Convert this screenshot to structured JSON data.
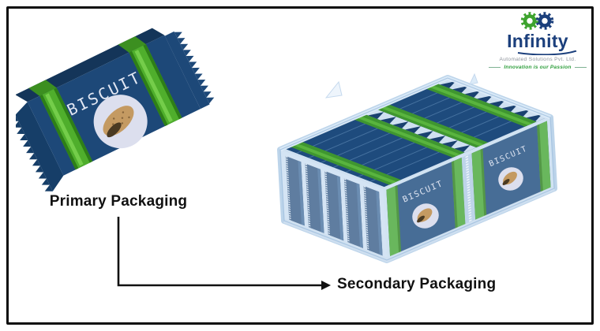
{
  "diagram": {
    "primary": {
      "label": "Primary Packaging",
      "brand": "BISCUIT"
    },
    "secondary": {
      "label": "Secondary Packaging",
      "brand": "BISCUIT"
    }
  },
  "logo": {
    "brand": "Infinity",
    "subtitle": "Automated Solutions Pvt. Ltd.",
    "tagline": "Innovation is our Passion"
  },
  "colors": {
    "package_navy": "#1d4878",
    "package_navy_dark": "#163e68",
    "band_green": "#4fae2c",
    "band_green_dark": "#2e7f17",
    "film_blue": "#cfe0f1",
    "label_circle": "#dcdfee",
    "biscuit_tan": "#c49a62",
    "text_black": "#111111",
    "logo_blue": "#1b3f7c",
    "logo_green": "#3da32e"
  }
}
